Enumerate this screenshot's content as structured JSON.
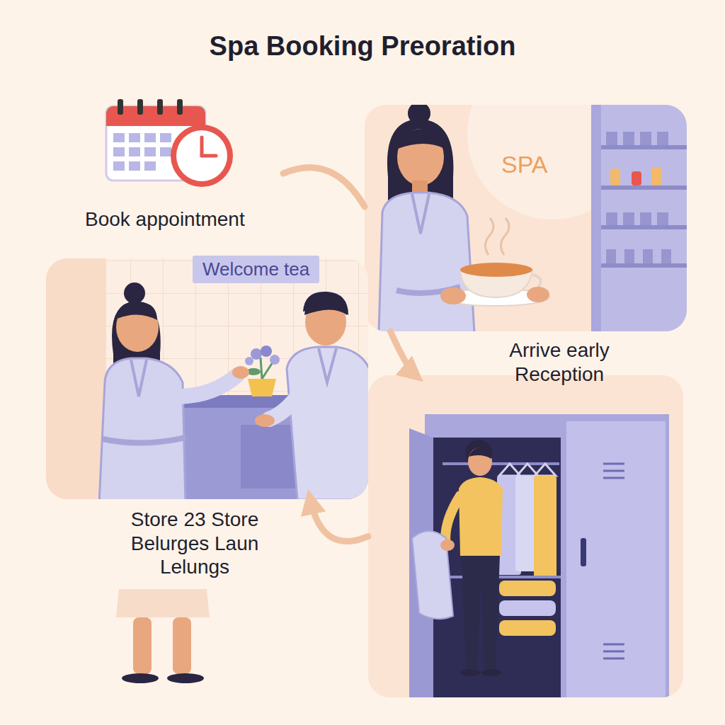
{
  "diagram": {
    "title": "Spa Booking Preoration",
    "nodes": [
      {
        "text": [
          "Book appointment"
        ]
      },
      {
        "text": [
          "SPA",
          "Arrive early Reception"
        ]
      },
      {
        "text": [
          "Welcome tea",
          "Store 23 Store Belurges Laun Lelungs"
        ]
      },
      {
        "text": []
      }
    ],
    "edges": [
      {
        "from": 0,
        "to": 1,
        "arrow": "none"
      },
      {
        "from": 1,
        "to": 3,
        "arrow": "to"
      },
      {
        "from": 3,
        "to": 2,
        "arrow": "to"
      }
    ]
  }
}
